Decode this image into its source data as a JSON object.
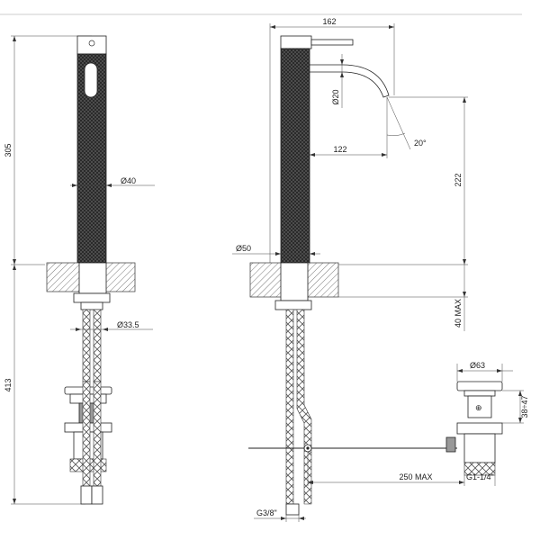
{
  "dimensions": {
    "height_total_upper": "305",
    "height_total_lower": "413",
    "diameter_body_front": "Ø40",
    "diameter_hose": "Ø33.5",
    "width_top": "162",
    "diameter_spout": "Ø20",
    "spout_reach": "122",
    "spout_angle": "20°",
    "spout_height": "222",
    "diameter_base": "Ø50",
    "deck_thickness": "40 MAX",
    "diameter_waste": "Ø63",
    "waste_height": "38÷47",
    "rod_length": "250 MAX",
    "waste_thread": "G1-1/4\"",
    "hose_thread": "G3/8\""
  },
  "colors": {
    "line": "#222222",
    "background": "#ffffff"
  }
}
